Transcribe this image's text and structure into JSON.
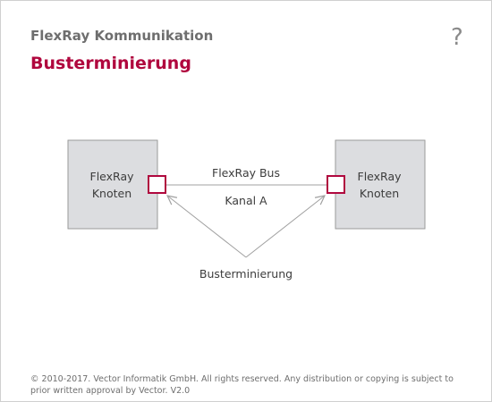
{
  "header": {
    "subtitle": "FlexRay Kommunikation",
    "title": "Busterminierung",
    "help_glyph": "?"
  },
  "diagram": {
    "node_left": {
      "line1": "FlexRay",
      "line2": "Knoten"
    },
    "node_right": {
      "line1": "FlexRay",
      "line2": "Knoten"
    },
    "bus_label": "FlexRay Bus",
    "channel_label": "Kanal A",
    "termination_label": "Busterminierung"
  },
  "footer": {
    "copyright": "© 2010-2017. Vector Informatik GmbH. All rights reserved. Any distribution or copying is subject to prior written approval by Vector. V2.0"
  },
  "colors": {
    "accent": "#b0073e",
    "node_fill": "#dcdde0",
    "node_stroke": "#9a9a9a",
    "text_gray": "#6e6e6e",
    "line_gray": "#a0a0a0"
  },
  "icons": {
    "help": "question-mark-icon"
  }
}
